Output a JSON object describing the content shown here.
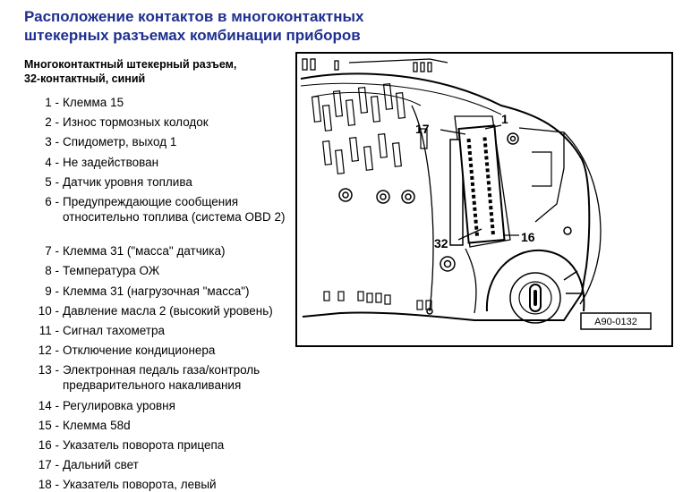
{
  "title": {
    "line1": "Расположение контактов в многоконтактных",
    "line2": "штекерных разъемах комбинации приборов"
  },
  "subtitle": {
    "line1": "Многоконтактный штекерный разъем,",
    "line2": "32-контактный, синий"
  },
  "pins": [
    {
      "num": "1 -",
      "text": "Клемма 15"
    },
    {
      "num": "2 -",
      "text": "Износ тормозных колодок"
    },
    {
      "num": "3 -",
      "text": "Спидометр, выход 1"
    },
    {
      "num": "4 -",
      "text": "Не задействован"
    },
    {
      "num": "5 -",
      "text": "Датчик уровня топлива"
    },
    {
      "num": "6 -",
      "text": "Предупреждающие сообщения относительно топлива (система OBD 2)"
    },
    {
      "num": "7 -",
      "text": "Клемма 31 (\"масса\" датчика)"
    },
    {
      "num": "8 -",
      "text": "Температура ОЖ"
    },
    {
      "num": "9 -",
      "text": "Клемма 31 (нагрузочная \"масса\")"
    },
    {
      "num": "10 -",
      "text": "Давление масла 2 (высокий уровень)"
    },
    {
      "num": "11 -",
      "text": "Сигнал тахометра"
    },
    {
      "num": "12 -",
      "text": "Отключение кондиционера"
    },
    {
      "num": "13 -",
      "text": "Электронная педаль газа/контроль предварительного накаливания"
    },
    {
      "num": "14 -",
      "text": "Регулировка уровня"
    },
    {
      "num": "15 -",
      "text": "Клемма 58d"
    },
    {
      "num": "16 -",
      "text": "Указатель поворота прицепа"
    },
    {
      "num": "17 -",
      "text": "Дальний свет"
    },
    {
      "num": "18 -",
      "text": "Указатель поворота, левый"
    }
  ],
  "diagram": {
    "callouts": {
      "c1": "1",
      "c17": "17",
      "c32": "32",
      "c16": "16"
    },
    "figure_id": "A90-0132"
  }
}
